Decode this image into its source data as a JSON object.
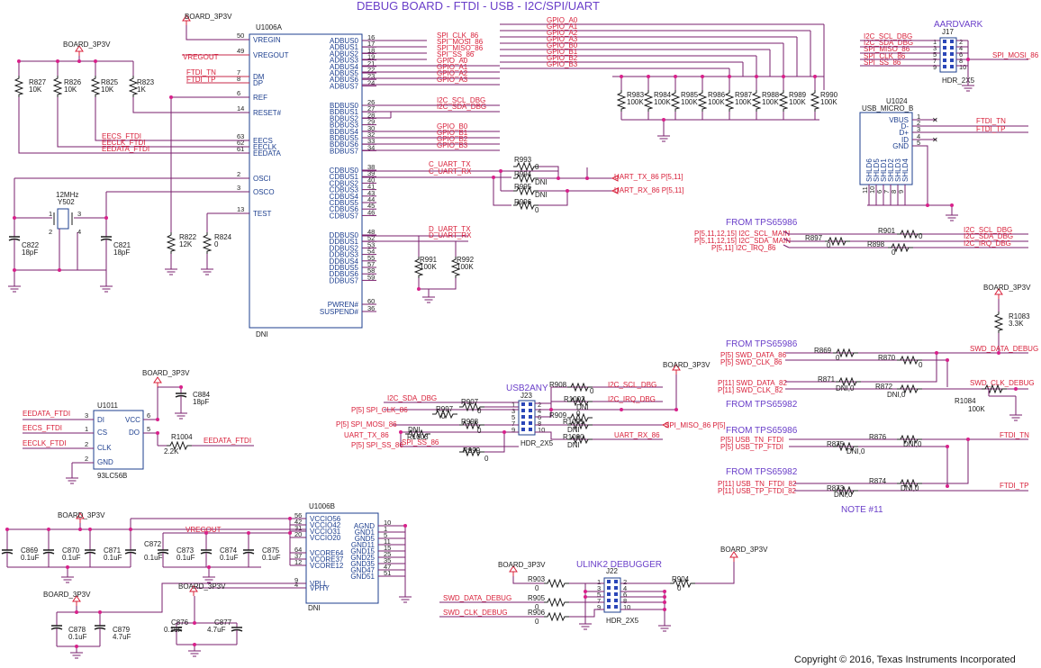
{
  "title": "DEBUG BOARD - FTDI - USB - I2C/SPI/UART",
  "copyright": "Copyright © 2016, Texas Instruments Incorporated",
  "note": "NOTE #11",
  "power": "BOARD_3P3V",
  "sections": {
    "aardvark": "AARDVARK",
    "usb2any": "USB2ANY",
    "ulink2": "ULINK2  DEBUGGER",
    "from1": "FROM   TPS65986",
    "from2": "FROM   TPS65986",
    "from3": "FROM   TPS65982",
    "from4": "FROM   TPS65986",
    "from5": "FROM   TPS65982"
  },
  "u1006a": {
    "ref": "U1006A",
    "dni": "DNI",
    "left_pins": [
      {
        "num": "50",
        "name": "VREGIN"
      },
      {
        "num": "49",
        "name": "VREGOUT"
      },
      {
        "num": "7",
        "name": "DM"
      },
      {
        "num": "8",
        "name": "DP"
      },
      {
        "num": "6",
        "name": "REF"
      },
      {
        "num": "14",
        "name": "RESET#"
      },
      {
        "num": "63",
        "name": "EECS"
      },
      {
        "num": "62",
        "name": "EECLK"
      },
      {
        "num": "61",
        "name": "EEDATA"
      },
      {
        "num": "2",
        "name": "OSCI"
      },
      {
        "num": "3",
        "name": "OSCO"
      },
      {
        "num": "13",
        "name": "TEST"
      }
    ],
    "right_pins": [
      {
        "num": "16",
        "name": "ADBUS0"
      },
      {
        "num": "17",
        "name": "ADBUS1"
      },
      {
        "num": "18",
        "name": "ADBUS2"
      },
      {
        "num": "19",
        "name": "ADBUS3"
      },
      {
        "num": "21",
        "name": "ADBUS4"
      },
      {
        "num": "22",
        "name": "ADBUS5"
      },
      {
        "num": "23",
        "name": "ADBUS6"
      },
      {
        "num": "24",
        "name": "ADBUS7"
      },
      {
        "num": "26",
        "name": "BDBUS0"
      },
      {
        "num": "27",
        "name": "BDBUS1"
      },
      {
        "num": "28",
        "name": "BDBUS2"
      },
      {
        "num": "29",
        "name": "BDBUS3"
      },
      {
        "num": "30",
        "name": "BDBUS4"
      },
      {
        "num": "32",
        "name": "BDBUS5"
      },
      {
        "num": "33",
        "name": "BDBUS6"
      },
      {
        "num": "34",
        "name": "BDBUS7"
      },
      {
        "num": "38",
        "name": "CDBUS0"
      },
      {
        "num": "39",
        "name": "CDBUS1"
      },
      {
        "num": "40",
        "name": "CDBUS2"
      },
      {
        "num": "41",
        "name": "CDBUS3"
      },
      {
        "num": "43",
        "name": "CDBUS4"
      },
      {
        "num": "44",
        "name": "CDBUS5"
      },
      {
        "num": "45",
        "name": "CDBUS6"
      },
      {
        "num": "46",
        "name": "CDBUS7"
      },
      {
        "num": "48",
        "name": "DDBUS0"
      },
      {
        "num": "52",
        "name": "DDBUS1"
      },
      {
        "num": "53",
        "name": "DDBUS2"
      },
      {
        "num": "54",
        "name": "DDBUS3"
      },
      {
        "num": "55",
        "name": "DDBUS4"
      },
      {
        "num": "57",
        "name": "DDBUS5"
      },
      {
        "num": "58",
        "name": "DDBUS6"
      },
      {
        "num": "59",
        "name": "DDBUS7"
      },
      {
        "num": "60",
        "name": "PWREN#"
      },
      {
        "num": "36",
        "name": "SUSPEND#"
      }
    ],
    "right_nets": [
      "SPI_CLK_86",
      "SPI_MOSI_86",
      "SPI_MISO_86",
      "SPI_SS_86",
      "GPIO_A0",
      "GPIO_A1",
      "GPIO_A2",
      "GPIO_A3",
      "I2C_SCL_DBG",
      "I2C_SDA_DBG",
      "",
      "",
      "GPIO_B0",
      "GPIO_B1",
      "GPIO_B2",
      "GPIO_B3",
      "C_UART_TX",
      "C_UART_RX",
      "",
      "",
      "",
      "",
      "",
      "",
      "D_UART_TX",
      "D_UART_RX"
    ]
  },
  "u1006b": {
    "ref": "U1006B",
    "dni": "DNI",
    "left_pins": [
      {
        "num": "56",
        "name": "VCCIO56"
      },
      {
        "num": "42",
        "name": "VCCIO42"
      },
      {
        "num": "31",
        "name": "VCCIO31"
      },
      {
        "num": "20",
        "name": "VCCIO20"
      },
      {
        "num": "64",
        "name": "VCORE64"
      },
      {
        "num": "37",
        "name": "VCORE37"
      },
      {
        "num": "12",
        "name": "VCORE12"
      },
      {
        "num": "9",
        "name": "VPLL"
      },
      {
        "num": "4",
        "name": "VPHY"
      }
    ],
    "right_pins": [
      {
        "num": "10",
        "name": "AGND"
      },
      {
        "num": "1",
        "name": "GND1"
      },
      {
        "num": "5",
        "name": "GND5"
      },
      {
        "num": "11",
        "name": "GND11"
      },
      {
        "num": "15",
        "name": "GND15"
      },
      {
        "num": "25",
        "name": "GND25"
      },
      {
        "num": "35",
        "name": "GND35"
      },
      {
        "num": "47",
        "name": "GND47"
      },
      {
        "num": "51",
        "name": "GND51"
      }
    ]
  },
  "u1011": {
    "ref": "U1011",
    "part": "93LC56B",
    "left_pins": [
      {
        "num": "3",
        "name": "DI"
      },
      {
        "num": "1",
        "name": "CS"
      },
      {
        "num": "2",
        "name": "CLK"
      },
      {
        "num": "2",
        "name": "GND"
      }
    ],
    "right_pins": [
      {
        "num": "6",
        "name": "VCC"
      },
      {
        "num": "5",
        "name": "DO"
      }
    ],
    "nets": [
      "EEDATA_FTDI",
      "EECS_FTDI",
      "EECLK_FTDI"
    ],
    "out_net": "EEDATA_FTDI"
  },
  "u1024": {
    "ref": "U1024",
    "part": "USB_MICRO_B",
    "pins": [
      {
        "num": "1",
        "name": "VBUS"
      },
      {
        "num": "2",
        "name": "D-"
      },
      {
        "num": "3",
        "name": "D+"
      },
      {
        "num": "4",
        "name": "ID"
      },
      {
        "num": "5",
        "name": "GND"
      }
    ],
    "shields": [
      "SHLD6",
      "SHLD5",
      "SHLD1",
      "SHLD2",
      "SHLD3",
      "SHLD4"
    ],
    "shield_pins": [
      "11",
      "10",
      "6",
      "7",
      "8",
      "9"
    ],
    "nets": [
      "FTDI_TN",
      "FTDI_TP"
    ]
  },
  "j17": {
    "ref": "J17",
    "part": "HDR_2X5",
    "left": [
      "1",
      "3",
      "5",
      "7",
      "9"
    ],
    "right": [
      "2",
      "4",
      "6",
      "8",
      "10"
    ],
    "nets": [
      "I2C_SCL_DBG",
      "I2C_SDA_DBG",
      "SPI_MISO_86",
      "SPI_CLK_86",
      "SPI_SS_86"
    ],
    "out": "SPI_MOSI_86"
  },
  "j23": {
    "ref": "J23",
    "part": "HDR_2X5",
    "left": [
      "1",
      "3",
      "5",
      "7",
      "9"
    ],
    "right": [
      "2",
      "4",
      "6",
      "8",
      "10"
    ]
  },
  "j22": {
    "ref": "J22",
    "part": "HDR_2X5",
    "left": [
      "1",
      "3",
      "5",
      "7",
      "9"
    ],
    "right": [
      "2",
      "4",
      "6",
      "8",
      "10"
    ]
  },
  "y502": {
    "ref": "Y502",
    "value": "12MHz"
  },
  "nets": {
    "vregout": "VREGOUT",
    "ftdi_tn": "FTDI_TN",
    "ftdi_tp": "FTDI_TP",
    "eecs": "EECS_FTDI",
    "eeclk": "EECLK_FTDI",
    "eedata": "EEDATA_FTDI",
    "uart_tx": "UART_TX_86  P[5,11]",
    "uart_rx": "UART_RX_86  P[5,11]",
    "i2c_scl_dbg": "I2C_SCL_DBG",
    "i2c_sda_dbg": "I2C_SDA_DBG",
    "i2c_irq_dbg": "I2C_IRQ_DBG",
    "scl_main": "P[5,11,12,15]  I2C_SCL_MAIN",
    "sda_main": "P[5,11,12,15]  I2C_SDA_MAIN",
    "irq_86": "P[5,11]  I2C_IRQ_86",
    "swd_data_86": "P[5]  SWD_DATA_86",
    "swd_clk_86": "P[5]  SWD_CLK_86",
    "swd_data_82": "P[11]  SWD_DATA_82",
    "swd_clk_82": "P[11]  SWD_CLK_82",
    "swd_data_debug": "SWD_DATA_DEBUG",
    "swd_clk_debug": "SWD_CLK_DEBUG",
    "usb_tn_ftdi": "P[5]  USB_TN_FTDI",
    "usb_tp_ftdi": "P[5]  USB_TP_FTDI",
    "usb_tn_82": "P[11]  USB_TN_FTDI_82",
    "usb_tp_82": "P[11]  USB_TP_FTDI_82",
    "spi_clk": "P[5]  SPI_CLK_86",
    "spi_mosi": "P[5]  SPI_MOSI_86",
    "spi_miso": "SPI_MISO_86  P[5]",
    "uart_tx2": "UART_TX_86",
    "spi_ss": "P[5]  SPI_SS_86",
    "uart_rx2": "UART_RX_86",
    "spi_ss_small": "SPI_SS_86",
    "c_uart_tx": "C_UART_TX",
    "c_uart_rx": "C_UART_RX"
  },
  "resistors": {
    "r827": "R827",
    "r827v": "10K",
    "r826": "R826",
    "r826v": "10K",
    "r825": "R825",
    "r825v": "10K",
    "r823": "R823",
    "r823v": "1K",
    "r822": "R822",
    "r822v": "12K",
    "r824": "R824",
    "r824v": "0",
    "r983": "R983",
    "r984": "R984",
    "r985": "R985",
    "r986": "R986",
    "r987": "R987",
    "r988": "R988",
    "r989": "R989",
    "r990": "R990",
    "r100k": "100K",
    "r993": "R993",
    "r994": "R994",
    "r995": "R995",
    "r996": "R996",
    "zero": "0",
    "dni": "DNI",
    "dni0": "DNI,0",
    "r991": "R991",
    "r992": "R992",
    "r901": "R901",
    "r897": "R897",
    "r898": "R898",
    "r1083": "R1083",
    "r1083v": "3.3K",
    "r869": "R869",
    "r870": "R870",
    "r871": "R871",
    "r872": "R872",
    "r1084": "R1084",
    "r1084v": "100K",
    "r876": "R876",
    "r875": "R875",
    "r874": "R874",
    "r873": "R873",
    "r908": "R908",
    "r907": "R907",
    "r997": "R997",
    "r998": "R998",
    "r1003": "R1003",
    "r999": "R999",
    "r1002": "R1002",
    "r909": "R909",
    "r1001": "R1001",
    "r1000": "R1000",
    "r1004": "R1004",
    "r1004v": "2.2K",
    "r903": "R903",
    "r904": "R904",
    "r905": "R905",
    "r906": "R906"
  },
  "caps": {
    "c822": "C822",
    "c822v": "18pF",
    "c821": "C821",
    "c821v": "18pF",
    "c884": "C884",
    "c884v": "18pF",
    "c869": "C869",
    "c870": "C870",
    "c871": "C871",
    "c872": "C872",
    "c873": "C873",
    "c874": "C874",
    "c875": "C875",
    "c878": "C878",
    "c01": "0.1uF",
    "c879": "C879",
    "c879v": "4.7uF",
    "c876": "C876",
    "c877": "C877",
    "c877v": "4.7uF"
  }
}
